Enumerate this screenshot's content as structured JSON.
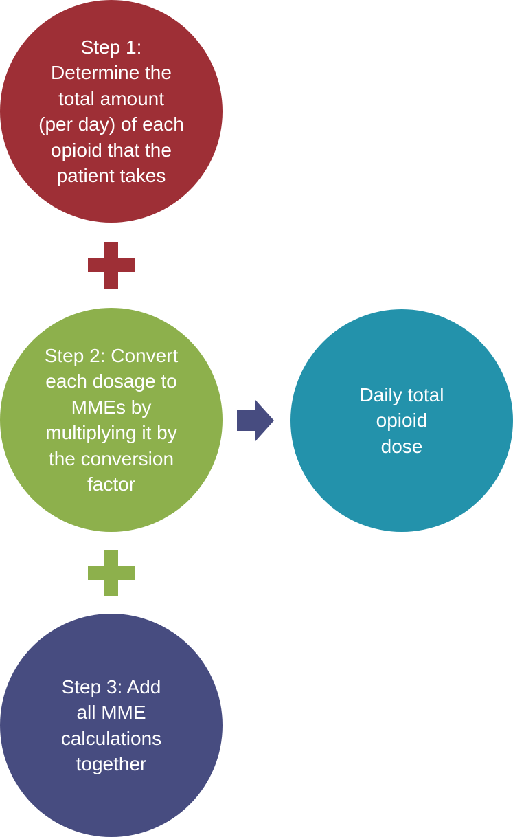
{
  "colors": {
    "step1": "#9e2f36",
    "step2": "#8db04c",
    "step3": "#474c80",
    "result": "#2392ab",
    "text": "#ffffff"
  },
  "steps": [
    {
      "text": "Step 1:\nDetermine the\ntotal amount\n(per day) of each\nopioid that the\npatient takes"
    },
    {
      "text": "Step 2: Convert\neach dosage to\nMMEs by\nmultiplying it by\nthe conversion\nfactor"
    },
    {
      "text": "Step 3: Add\nall MME\ncalculations\ntogether"
    }
  ],
  "result": {
    "text": "Daily total\nopioid\ndose"
  },
  "icons": {
    "plus1": "plus-icon",
    "plus2": "plus-icon",
    "arrow": "right-arrow-icon"
  }
}
